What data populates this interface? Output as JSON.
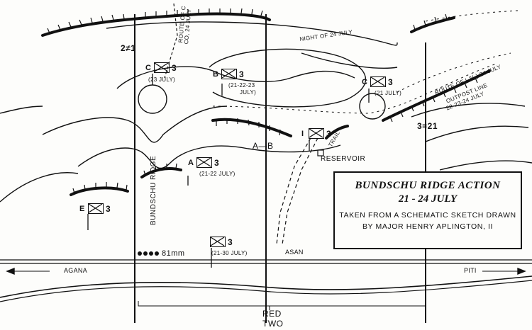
{
  "legend": {
    "title_line1": "BUNDSCHU RIDGE ACTION",
    "title_line2": "21 - 24 JULY",
    "note_line1": "TAKEN FROM A SCHEMATIC SKETCH DRAWN",
    "note_line2": "BY MAJOR HENRY APLINGTON, II"
  },
  "boundaries": {
    "left": "2≠1",
    "center": "A—B",
    "right": "3≡21"
  },
  "places": {
    "ridge": "BUNDSCHU RIDGE",
    "reservoir": "RESERVOIR",
    "trail": "TRAIL",
    "asan": "ASAN",
    "agana": "AGANA",
    "piti": "PITI",
    "beach_line1": "RED",
    "beach_line2": "TWO"
  },
  "routes": {
    "route_c": "ROUTE OF C",
    "route_c_2": "CO, 24 JULY",
    "route_i": "ROUTE OF I-3(-) 24 JULY",
    "outpost": "OUTPOST LINE",
    "outpost_2": "22-23-24 JULY",
    "night": "NIGHT OF 24 JULY"
  },
  "units": [
    {
      "letter": "C",
      "num": "3",
      "date": "(23 JULY)"
    },
    {
      "letter": "B",
      "num": "3",
      "date": "(21-22-23",
      "date2": "JULY)"
    },
    {
      "letter": "C",
      "num": "3",
      "date": "(21 JULY)"
    },
    {
      "letter": "I",
      "num": "3",
      "date": ""
    },
    {
      "letter": "A",
      "num": "3",
      "date": "(21-22 JULY)"
    },
    {
      "letter": "E",
      "num": "3",
      "date": ""
    },
    {
      "letter": "",
      "num": "3",
      "date": "(21-30 JULY)"
    }
  ],
  "mortars": {
    "label": "81mm"
  }
}
